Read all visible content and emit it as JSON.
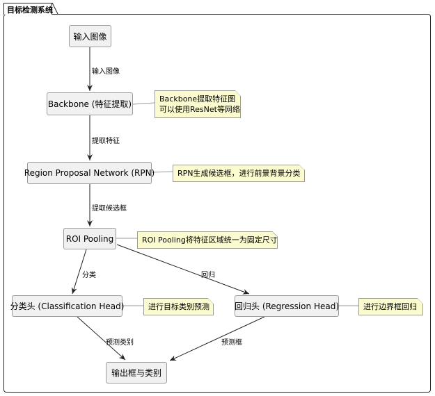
{
  "frame": {
    "title": "目标检测系统"
  },
  "nodes": {
    "input": "输入图像",
    "backbone": "Backbone (特征提取)",
    "rpn": "Region Proposal Network (RPN)",
    "roi": "ROI Pooling",
    "cls": "分类头 (Classification Head)",
    "reg": "回归头 (Regression Head)",
    "output": "输出框与类别"
  },
  "notes": {
    "backbone_line1": "Backbone提取特征图",
    "backbone_line2": "可以使用ResNet等网络",
    "rpn": "RPN生成候选框，进行前景背景分类",
    "roi": "ROI Pooling将特征区域统一为固定尺寸",
    "cls": "进行目标类别预测",
    "reg": "进行边界框回归"
  },
  "edges": {
    "input_to_backbone": "输入图像",
    "backbone_to_rpn": "提取特征",
    "rpn_to_roi": "提取候选框",
    "roi_to_cls": "分类",
    "roi_to_reg": "回归",
    "cls_to_output": "预测类别",
    "reg_to_output": "预测框"
  }
}
